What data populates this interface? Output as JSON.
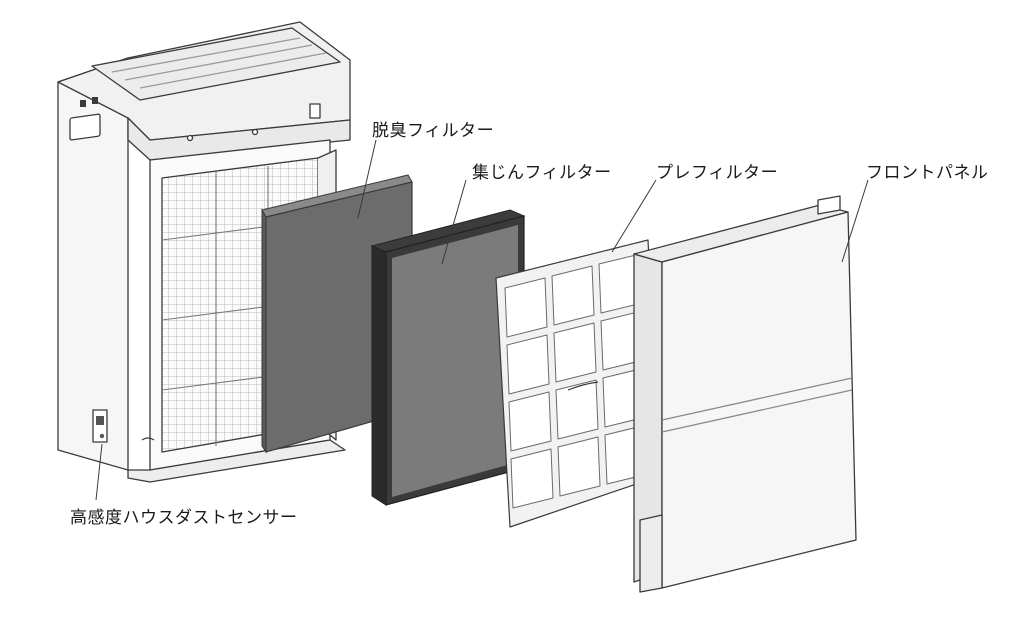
{
  "diagram": {
    "labels": {
      "deodorizing_filter": "脱臭フィルター",
      "dust_collection_filter": "集じんフィルター",
      "pre_filter": "プレフィルター",
      "front_panel": "フロントパネル",
      "house_dust_sensor": "高感度ハウスダストセンサー"
    },
    "colors": {
      "line": "#3a3a3a",
      "deodorizing_filter_fill": "#6a6a6a",
      "dust_filter_face": "#7a7a7a",
      "dust_filter_frame": "#2e2e2e",
      "panel_fill": "#f4f4f4",
      "grid_cell": "#ffffff",
      "body_fill": "#f7f7f7"
    }
  }
}
